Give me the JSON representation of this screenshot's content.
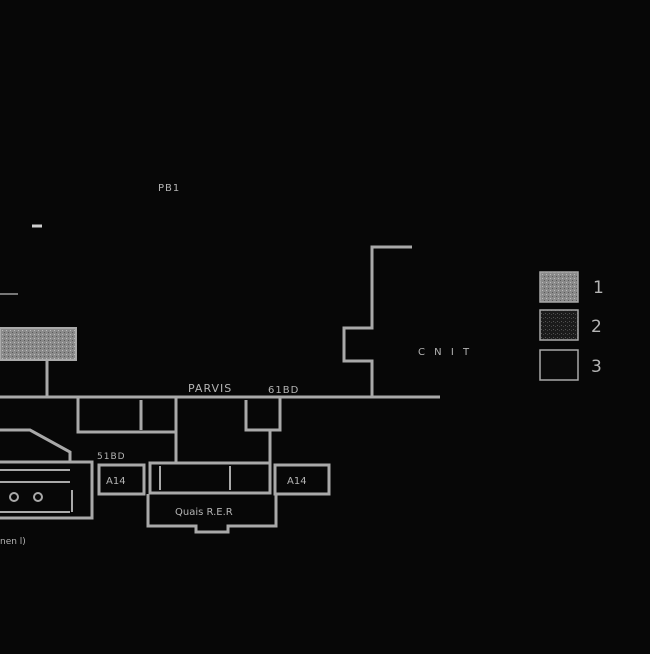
{
  "labels": {
    "pb1": "PB1",
    "parvis": "PARVIS",
    "level_61bd": "61BD",
    "level_51bd": "51BD",
    "cnit": "C N I T",
    "a14_left": "A14",
    "a14_right": "A14",
    "quais_rer": "Quais R.E.R",
    "partial_label": "nen l)"
  },
  "legend": [
    {
      "key": "1"
    },
    {
      "key": "2"
    },
    {
      "key": "3"
    }
  ],
  "colors": {
    "background": "#070707",
    "line": "#a9a9a9",
    "text": "#b4b4b4",
    "fill_dense": "#8a8a8a",
    "fill_light": "#3a3a3a"
  }
}
